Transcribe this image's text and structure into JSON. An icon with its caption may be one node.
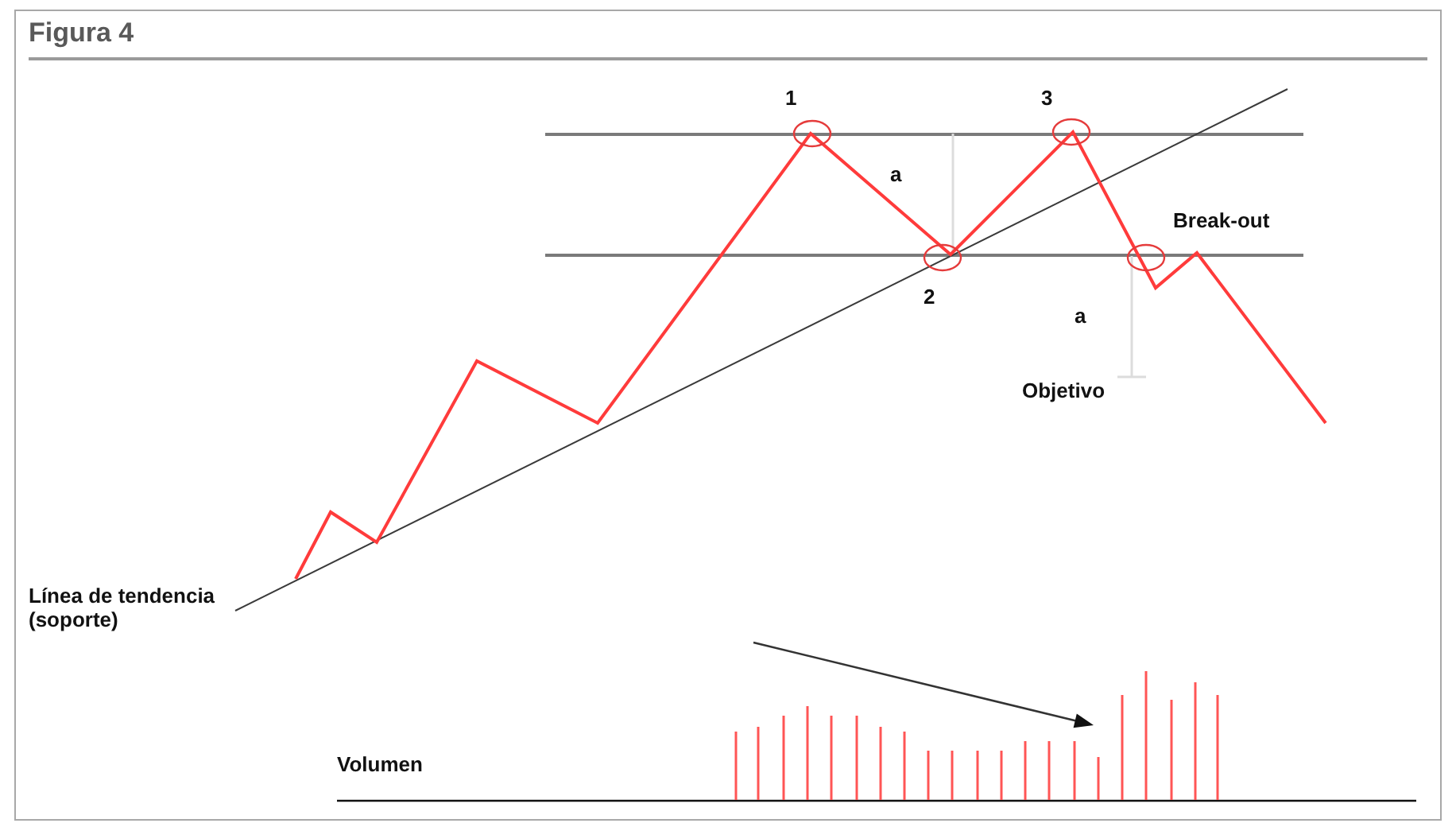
{
  "diagram": {
    "title": "Figura 4",
    "labels": [
      "1",
      "3",
      "a",
      "Break-out",
      "2",
      "a",
      "Objetivo",
      "Línea de tendencia (soporte)",
      "Volumen"
    ]
  }
}
